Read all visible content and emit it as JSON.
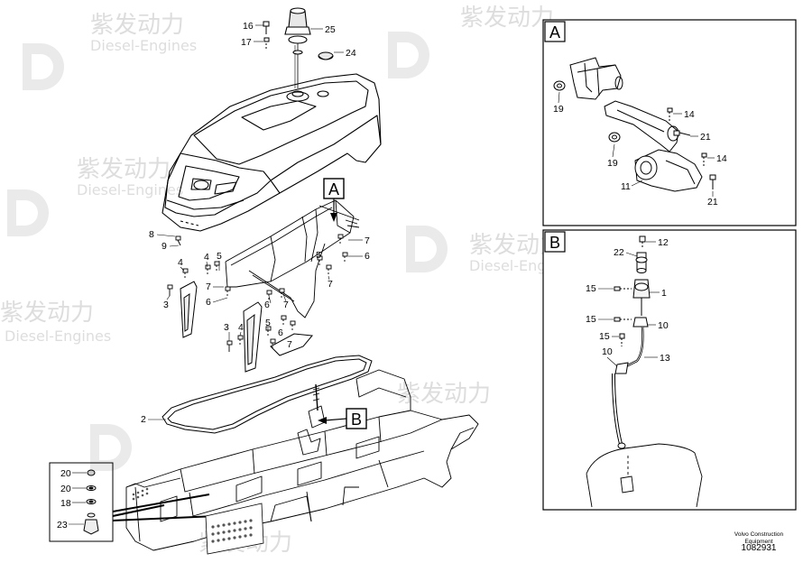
{
  "diagram": {
    "watermark": {
      "brand_cn": "紫发动力",
      "brand_en": "Diesel-Engines"
    },
    "main_callouts": {
      "c16": "16",
      "c17": "17",
      "c25": "25",
      "c24": "24",
      "c8": "8",
      "c9": "9",
      "c5a": "5",
      "c4a": "4",
      "c4b": "4",
      "c7a": "7",
      "c3a": "3",
      "c6a": "6",
      "c6b": "6",
      "c7b": "7",
      "c3b": "3",
      "c4c": "4",
      "c5b": "5",
      "c6c": "6",
      "c7c": "7",
      "c7d": "7",
      "c6d": "6",
      "c5c": "5",
      "c7e": "7",
      "c2": "2",
      "c20a": "20",
      "c20b": "20",
      "c18": "18",
      "c23": "23"
    },
    "detail_a": {
      "label": "A",
      "callouts": {
        "c19a": "19",
        "c14a": "14",
        "c21a": "21",
        "c19b": "19",
        "c14b": "14",
        "c11": "11",
        "c21b": "21"
      }
    },
    "detail_b": {
      "label": "B",
      "callouts": {
        "c12": "12",
        "c22": "22",
        "c15a": "15",
        "c1": "1",
        "c15b": "15",
        "c10a": "10",
        "c15c": "15",
        "c10b": "10",
        "c13": "13"
      }
    },
    "ref_a": "A",
    "ref_b": "B",
    "footer": {
      "org_line1": "Volvo Construction",
      "org_line2": "Equipment",
      "part_number": "1082931"
    }
  }
}
